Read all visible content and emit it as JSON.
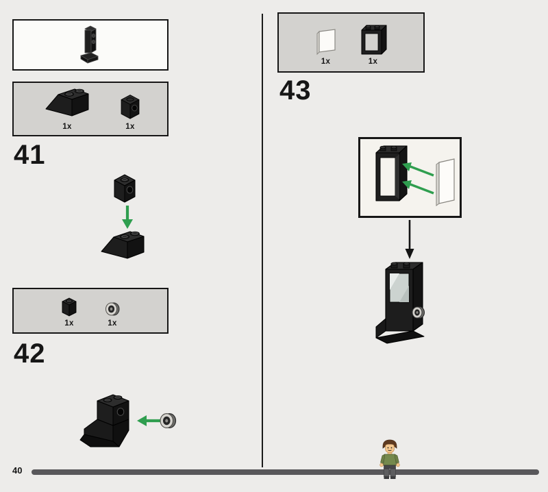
{
  "page": {
    "number": "40"
  },
  "steps": {
    "s41": {
      "label": "41",
      "parts": [
        {
          "piece": "slope-brick-black",
          "count": "1x"
        },
        {
          "piece": "headlight-brick-black",
          "count": "1x"
        }
      ]
    },
    "s42": {
      "label": "42",
      "parts": [
        {
          "piece": "brick-1x1-black",
          "count": "1x"
        },
        {
          "piece": "knob-dial-silver",
          "count": "1x"
        }
      ]
    },
    "s43": {
      "label": "43",
      "parts": [
        {
          "piece": "panel-white",
          "count": "1x"
        },
        {
          "piece": "window-frame-black",
          "count": "1x"
        }
      ]
    }
  },
  "colors": {
    "arrow_green": "#2f9e4f",
    "progress_bar": "#59585b",
    "parts_box": "#d3d2cf",
    "page_background": "#edecea"
  }
}
